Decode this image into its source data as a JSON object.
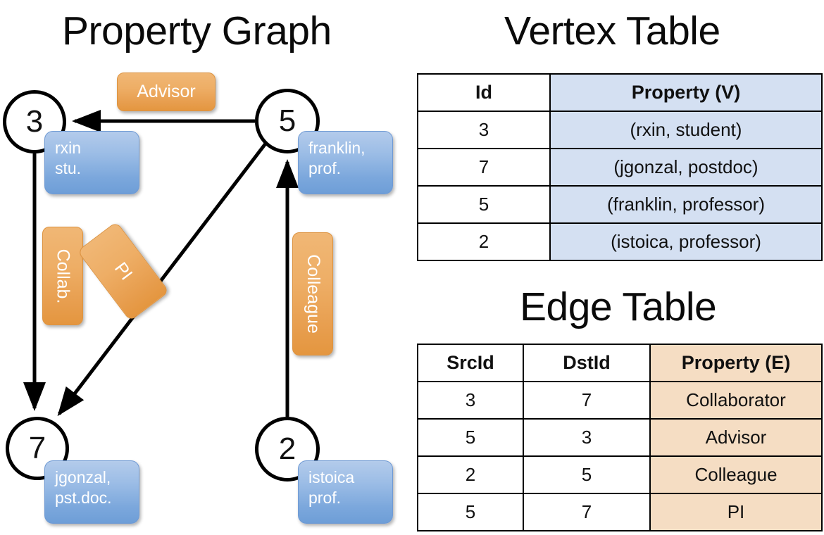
{
  "titles": {
    "property_graph": "Property Graph",
    "vertex_table": "Vertex Table",
    "edge_table": "Edge Table"
  },
  "graph": {
    "vertices": [
      {
        "id": "3",
        "property_label": "rxin\nstu."
      },
      {
        "id": "5",
        "property_label": "franklin,\nprof."
      },
      {
        "id": "7",
        "property_label": "jgonzal,\npst.doc."
      },
      {
        "id": "2",
        "property_label": "istoica\nprof."
      }
    ],
    "vertex_labels": {
      "v3": "3",
      "v5": "5",
      "v7": "7",
      "v2": "2"
    },
    "property_boxes": {
      "rxin_line1": "rxin",
      "rxin_line2": "stu.",
      "franklin_line1": "franklin,",
      "franklin_line2": "prof.",
      "jgonzal_line1": "jgonzal,",
      "jgonzal_line2": "pst.doc.",
      "istoica_line1": "istoica",
      "istoica_line2": "prof."
    },
    "edge_labels": {
      "advisor": "Advisor",
      "collab": "Collab.",
      "pi": "PI",
      "colleague": "Colleague"
    },
    "edges": [
      {
        "from": "5",
        "to": "3",
        "label": "Advisor"
      },
      {
        "from": "3",
        "to": "7",
        "label": "Collab."
      },
      {
        "from": "5",
        "to": "7",
        "label": "PI"
      },
      {
        "from": "2",
        "to": "5",
        "label": "Colleague"
      }
    ]
  },
  "vertex_table": {
    "headers": [
      "Id",
      "Property (V)"
    ],
    "rows": [
      {
        "id": "3",
        "property": "(rxin, student)"
      },
      {
        "id": "7",
        "property": "(jgonzal, postdoc)"
      },
      {
        "id": "5",
        "property": "(franklin, professor)"
      },
      {
        "id": "2",
        "property": "(istoica, professor)"
      }
    ]
  },
  "edge_table": {
    "headers": [
      "SrcId",
      "DstId",
      "Property (E)"
    ],
    "rows": [
      {
        "src": "3",
        "dst": "7",
        "property": "Collaborator"
      },
      {
        "src": "5",
        "dst": "3",
        "property": "Advisor"
      },
      {
        "src": "2",
        "dst": "5",
        "property": "Colleague"
      },
      {
        "src": "5",
        "dst": "7",
        "property": "PI"
      }
    ]
  },
  "colors": {
    "vertex_property_fill": "#9cbde6",
    "edge_property_fill": "#eeae66",
    "vertex_table_highlight": "#d4e0f2",
    "edge_table_highlight": "#f5ddc3",
    "stroke": "#000000",
    "background": "#ffffff"
  }
}
